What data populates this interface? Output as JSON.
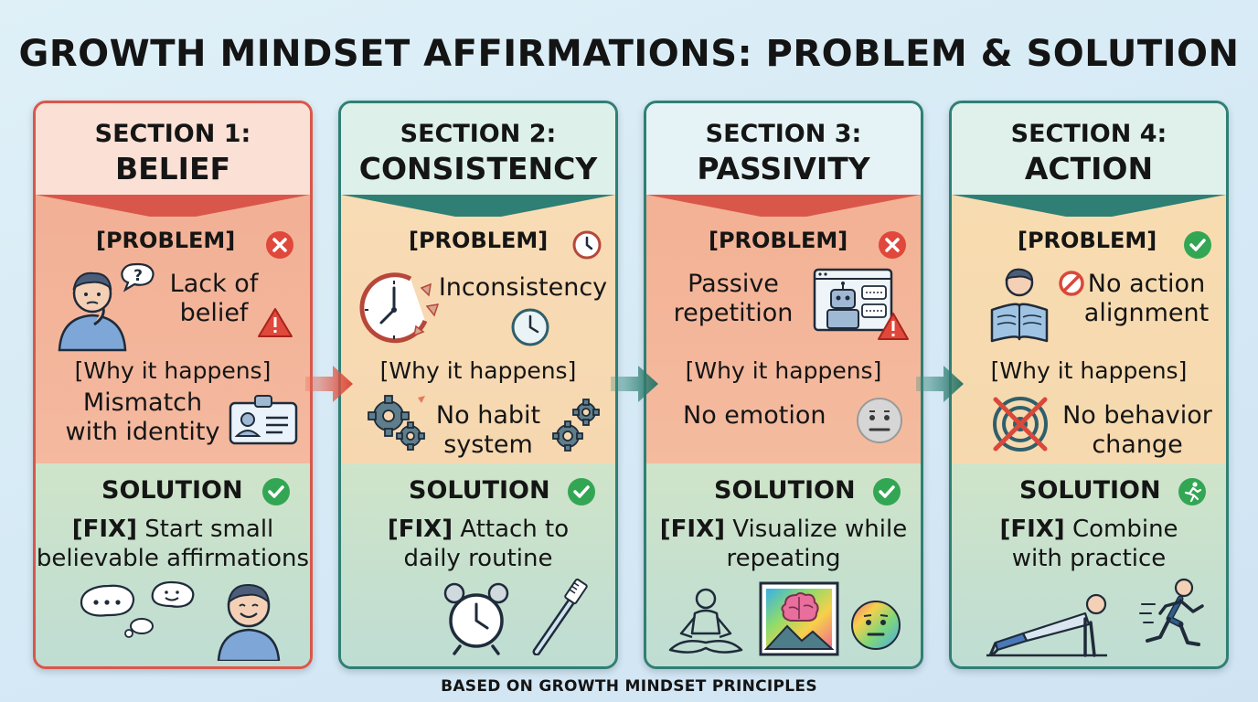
{
  "title": "GROWTH MINDSET AFFIRMATIONS: PROBLEM & SOLUTION",
  "footer": "BASED ON GROWTH MINDSET PRINCIPLES",
  "sections": [
    {
      "heading": "SECTION 1:",
      "name": "BELIEF",
      "problem_label": "[PROBLEM]",
      "problem_text": [
        "Lack of",
        "belief"
      ],
      "why_label": "[Why it happens]",
      "why_text": [
        "Mismatch",
        "with identity"
      ],
      "solution_label": "SOLUTION",
      "fix_tag": "[FIX]",
      "fix_text": [
        "Start small",
        "believable affirmations"
      ],
      "colors": {
        "header": "#fbe0d6",
        "problem": "#f3b49a",
        "accent": "#d9574a"
      }
    },
    {
      "heading": "SECTION 2:",
      "name": "CONSISTENCY",
      "problem_label": "[PROBLEM]",
      "problem_text": [
        "Inconsistency"
      ],
      "why_label": "[Why it happens]",
      "why_text": [
        "No habit",
        "system"
      ],
      "solution_label": "SOLUTION",
      "fix_tag": "[FIX]",
      "fix_text": [
        "Attach to",
        "daily routine"
      ],
      "colors": {
        "header": "#ddf0ea",
        "problem": "#f7dcb4",
        "accent": "#2f7f74"
      }
    },
    {
      "heading": "SECTION 3:",
      "name": "PASSIVITY",
      "problem_label": "[PROBLEM]",
      "problem_text": [
        "Passive",
        "repetition"
      ],
      "why_label": "[Why it happens]",
      "why_text": [
        "No emotion"
      ],
      "solution_label": "SOLUTION",
      "fix_tag": "[FIX]",
      "fix_text": [
        "Visualize while",
        "repeating"
      ],
      "colors": {
        "header": "#e6f3f6",
        "problem": "#f4b79b",
        "accent": "#2f7f74"
      }
    },
    {
      "heading": "SECTION 4:",
      "name": "ACTION",
      "problem_label": "[PROBLEM]",
      "problem_text": [
        "No action",
        "alignment"
      ],
      "why_label": "[Why it happens]",
      "why_text": [
        "No behavior",
        "change"
      ],
      "solution_label": "SOLUTION",
      "fix_tag": "[FIX]",
      "fix_text": [
        "Combine",
        "with practice"
      ],
      "colors": {
        "header": "#dff1ea",
        "problem": "#f7dcb0",
        "accent": "#2f7f74"
      }
    }
  ],
  "icons": [
    "x-circle-icon",
    "clock-icon",
    "check-circle-icon",
    "thinking-person-icon",
    "question-bubble-icon",
    "warning-icon",
    "id-card-icon",
    "broken-clock-icon",
    "gears-icon",
    "robot-screen-icon",
    "neutral-face-icon",
    "reading-person-icon",
    "no-sign-icon",
    "crossed-target-icon",
    "thought-bubbles-icon",
    "smiling-person-icon",
    "alarm-clock-icon",
    "toothbrush-icon",
    "meditation-icon",
    "brain-picture-icon",
    "rainbow-face-icon",
    "running-icon",
    "plank-icon",
    "runner-icon"
  ]
}
